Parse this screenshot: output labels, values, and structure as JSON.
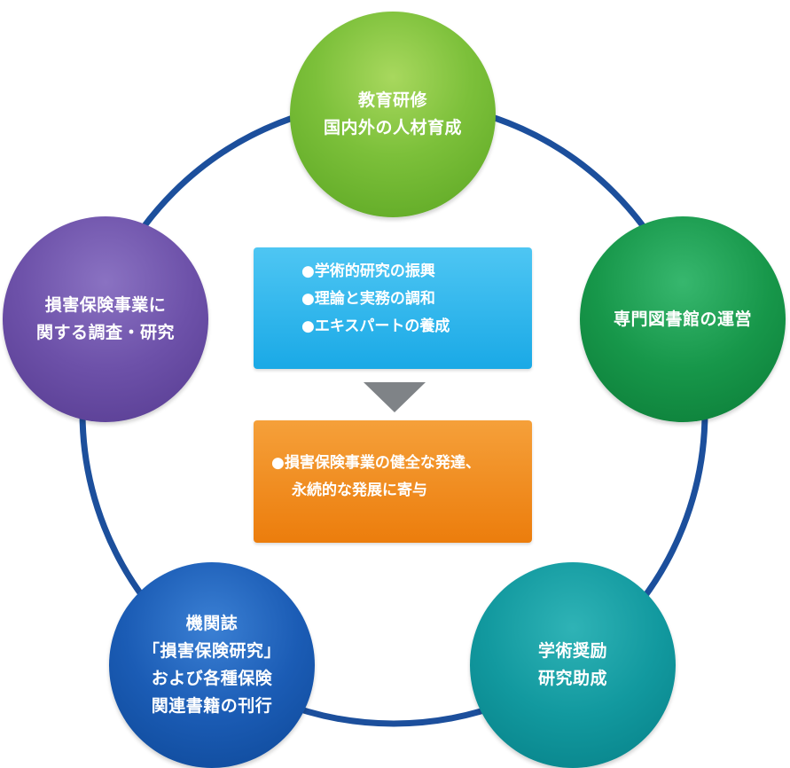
{
  "nodes": {
    "education": {
      "lines": [
        "教育研修",
        "国内外の人材育成"
      ],
      "color": "#7cc03a"
    },
    "library": {
      "lines": [
        "専門図書館の運営"
      ],
      "color": "#17974a"
    },
    "grants": {
      "lines": [
        "学術奨励",
        "研究助成"
      ],
      "color": "#12999f"
    },
    "journal": {
      "lines": [
        "機関誌",
        "「損害保険研究」",
        "および各種保険",
        "関連書籍の刊行"
      ],
      "color": "#1b5cb5"
    },
    "research": {
      "lines": [
        "損害保険事業に",
        "関する調査・研究"
      ],
      "color": "#6d51a9"
    }
  },
  "goals": {
    "items": [
      "●学術的研究の振興",
      "●理論と実務の調和",
      "●エキスパートの養成"
    ],
    "color": "#1aa9e6"
  },
  "result": {
    "lines": [
      "●損害保険事業の健全な発達、",
      "永続的な発展に寄与"
    ],
    "color": "#ec7d0c"
  },
  "ring_color": "#1c4f9c",
  "arrow_color": "#7f8387"
}
